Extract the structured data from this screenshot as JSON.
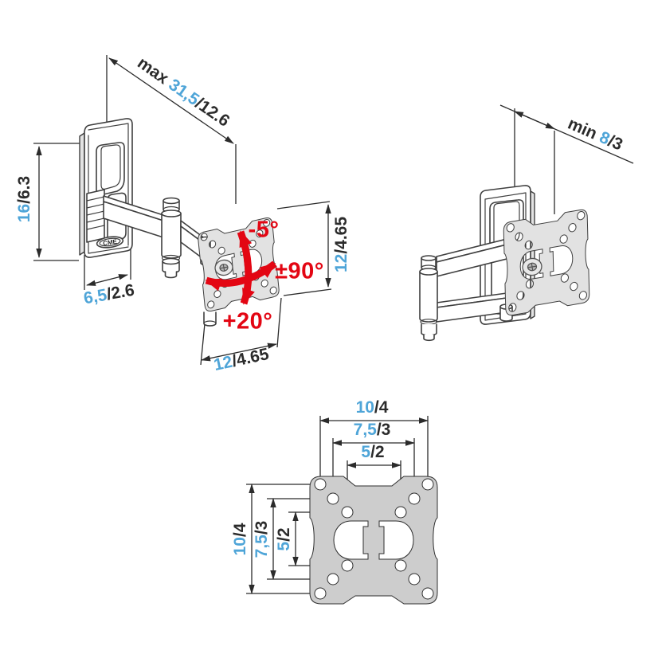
{
  "colors": {
    "line": "#2b2b2b",
    "metric_blue": "#4fa5d8",
    "accent_red": "#e30613",
    "plate_fill_front": "#cdcdcd",
    "plate_fill_iso": "#e2e2e2"
  },
  "side_view_extended": {
    "logo": "CME",
    "dims": {
      "max_extension": {
        "prefix": "max ",
        "metric": "31,5",
        "imperial": "/12.6"
      },
      "bracket_height": {
        "metric": "16",
        "imperial": "/6.3"
      },
      "wall_bracket_depth": {
        "metric": "6,5",
        "imperial": "/2.6"
      },
      "plate_height": {
        "metric": "12",
        "imperial": "/4.65"
      },
      "plate_width": {
        "metric": "12",
        "imperial": "/4.65"
      }
    },
    "angles": {
      "tilt_up": "-5°",
      "swivel": "±90°",
      "tilt_down": "+20°"
    }
  },
  "side_view_folded": {
    "dims": {
      "min_distance": {
        "prefix": "min ",
        "metric": "8",
        "imperial": "/3"
      }
    }
  },
  "vesa_plate_front": {
    "dims_horizontal": [
      {
        "metric": "10",
        "imperial": "/4"
      },
      {
        "metric": "7,5",
        "imperial": "/3"
      },
      {
        "metric": "5",
        "imperial": "/2"
      }
    ],
    "dims_vertical": [
      {
        "metric": "10",
        "imperial": "/4"
      },
      {
        "metric": "7,5",
        "imperial": "/3"
      },
      {
        "metric": "5",
        "imperial": "/2"
      }
    ]
  }
}
